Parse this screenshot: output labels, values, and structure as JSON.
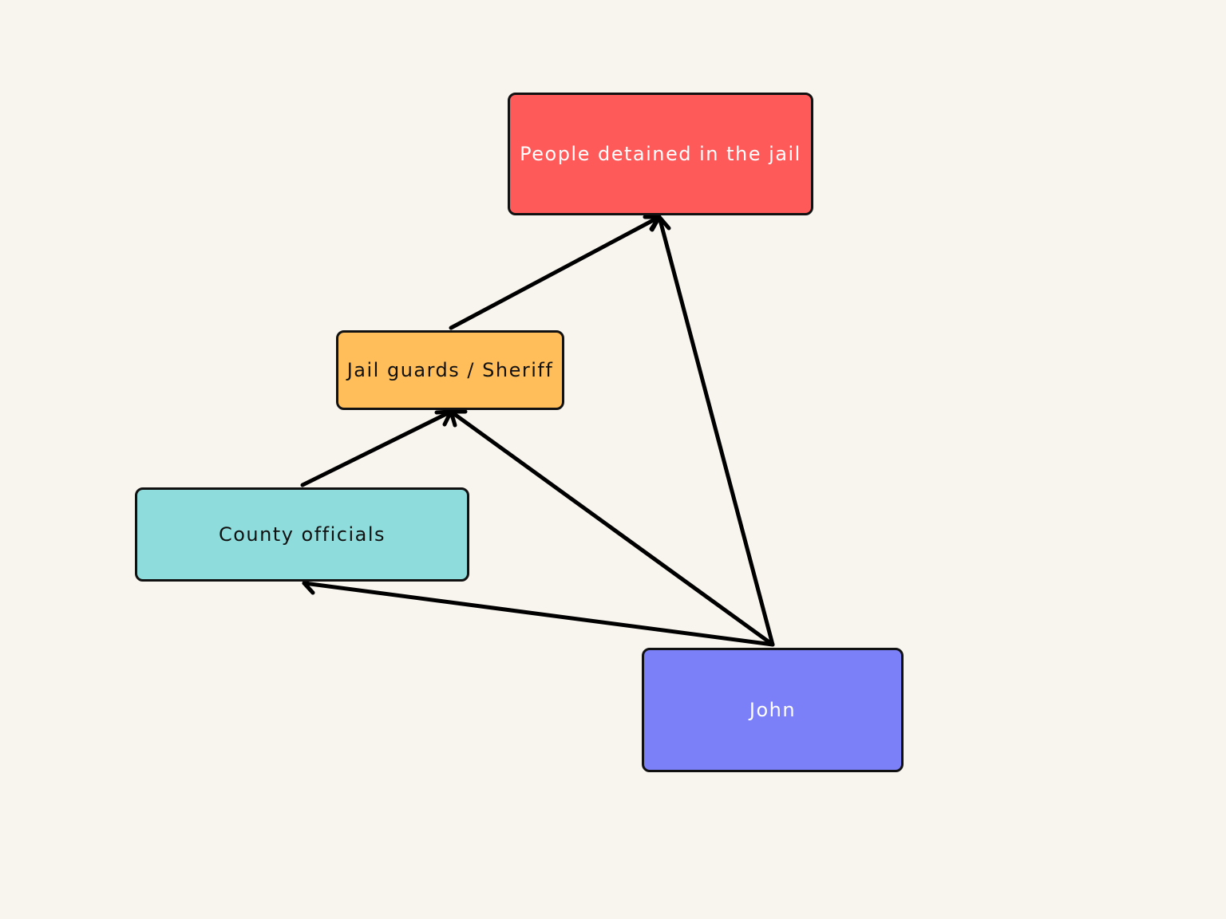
{
  "nodes": {
    "people": {
      "label": "People detained in the jail",
      "fill": "#FF5A5A",
      "text_color": "#FFFFFF"
    },
    "guards": {
      "label": "Jail guards / Sheriff",
      "fill": "#FFBE5A",
      "text_color": "#111111"
    },
    "county": {
      "label": "County officials",
      "fill": "#8EDCDC",
      "text_color": "#111111"
    },
    "john": {
      "label": "John",
      "fill": "#7B7FF8",
      "text_color": "#FFFFFF"
    }
  },
  "edges": [
    {
      "from": "guards",
      "to": "people"
    },
    {
      "from": "county",
      "to": "guards"
    },
    {
      "from": "john",
      "to": "guards"
    },
    {
      "from": "john",
      "to": "people"
    },
    {
      "from": "john",
      "to": "county"
    }
  ],
  "colors": {
    "background": "#F8F4EE",
    "edge": "#000000",
    "border": "#111111"
  }
}
